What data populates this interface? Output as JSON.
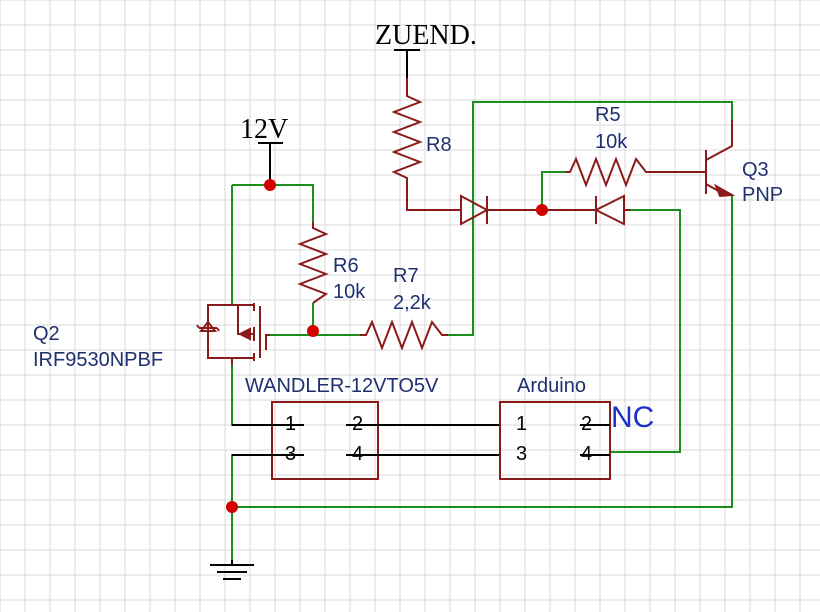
{
  "nets": {
    "zuend": "ZUEND.",
    "v12": "12V"
  },
  "components": {
    "r8": {
      "ref": "R8"
    },
    "r5": {
      "ref": "R5",
      "value": "10k"
    },
    "r6": {
      "ref": "R6",
      "value": "10k"
    },
    "r7": {
      "ref": "R7",
      "value": "2,2k"
    },
    "q2": {
      "ref": "Q2",
      "value": "IRF9530NPBF"
    },
    "q3": {
      "ref": "Q3",
      "value": "PNP"
    },
    "wandler": {
      "name": "WANDLER-12VTO5V",
      "pins": [
        "1",
        "2",
        "3",
        "4"
      ]
    },
    "arduino": {
      "name": "Arduino",
      "pins": [
        "1",
        "2",
        "3",
        "4"
      ]
    }
  },
  "flags": {
    "nc": "NC"
  },
  "colors": {
    "wire": "#1a8f1a",
    "component": "#8b1a1a",
    "junction": "#d40000",
    "label": "#1f2f6f",
    "nc_flag": "#1a2fcc",
    "grid": "#d9d9d9"
  }
}
